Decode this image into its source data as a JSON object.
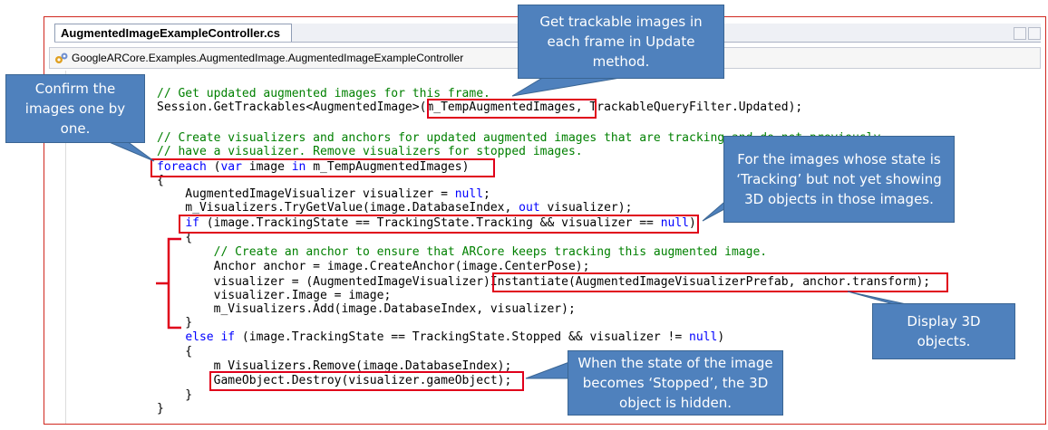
{
  "window": {
    "file_tab": "AugmentedImageExampleController.cs",
    "class_nav": "GoogleARCore.Examples.AugmentedImage.AugmentedImageExampleController",
    "class_icon": "class-gear-icon"
  },
  "code_lines": [
    "// Get updated augmented images for this frame.",
    "Session.GetTrackables<AugmentedImage>(m_TempAugmentedImages, TrackableQueryFilter.Updated);",
    "",
    "// Create visualizers and anchors for updated augmented images that are tracking and do not previously",
    "// have a visualizer. Remove visualizers for stopped images.",
    "foreach (var image in m_TempAugmentedImages)",
    "{",
    "    AugmentedImageVisualizer visualizer = null;",
    "    m_Visualizers.TryGetValue(image.DatabaseIndex, out visualizer);",
    "    if (image.TrackingState == TrackingState.Tracking && visualizer == null)",
    "    {",
    "        // Create an anchor to ensure that ARCore keeps tracking this augmented image.",
    "        Anchor anchor = image.CreateAnchor(image.CenterPose);",
    "        visualizer = (AugmentedImageVisualizer)Instantiate(AugmentedImageVisualizerPrefab, anchor.transform);",
    "        visualizer.Image = image;",
    "        m_Visualizers.Add(image.DatabaseIndex, visualizer);",
    "    }",
    "    else if (image.TrackingState == TrackingState.Stopped && visualizer != null)",
    "    {",
    "        m_Visualizers.Remove(image.DatabaseIndex);",
    "        GameObject.Destroy(visualizer.gameObject);",
    "    }",
    "}"
  ],
  "callouts": {
    "get_images": "Get trackable images in each frame in Update method.",
    "confirm": "Confirm the images one by one.",
    "tracking": "For the images whose state is ‘Tracking’ but not yet showing 3D objects in those images.",
    "display": "Display 3D objects.",
    "stopped": "When the state of the image becomes ‘Stopped’, the 3D object is hidden."
  },
  "colors": {
    "comment": "#008000",
    "keyword": "#0000ff",
    "highlight": "#e0001a",
    "callout_fill": "#4f81bd",
    "frame_border": "#d0281f"
  }
}
